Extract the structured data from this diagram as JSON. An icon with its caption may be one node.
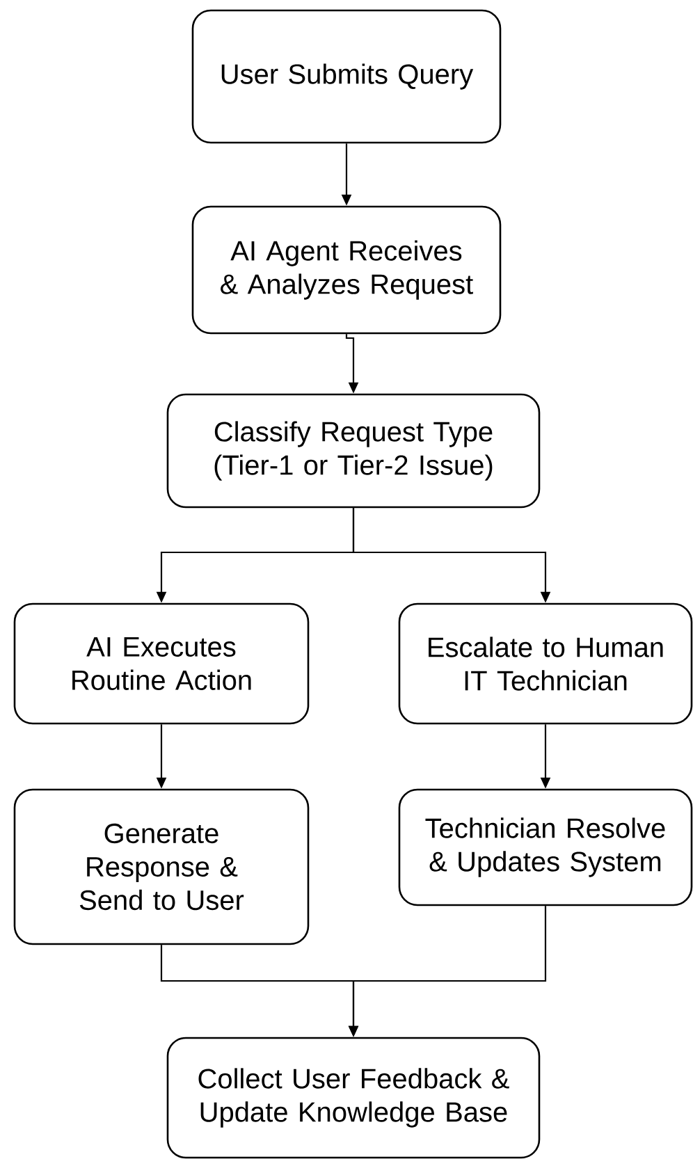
{
  "diagram": {
    "nodes": [
      {
        "text": [
          "User Submits Query"
        ]
      },
      {
        "text": [
          "AI Agent Receives & Analyzes Request"
        ]
      },
      {
        "text": [
          "Classify Request Type (Tier-1 or Tier-2 Issue)"
        ]
      },
      {
        "text": [
          "AI Executes Routine Action"
        ]
      },
      {
        "text": [
          "Escalate to Human IT Technician"
        ]
      },
      {
        "text": [
          "Generate Response & Send to User"
        ]
      },
      {
        "text": [
          "Technician Resolve & Updates System"
        ]
      },
      {
        "text": [
          "Collect User Feedback & Update Knowledge Base"
        ]
      }
    ],
    "edges": [
      {
        "from": 0,
        "to": 1,
        "arrow": "to"
      },
      {
        "from": 1,
        "to": 2,
        "arrow": "to"
      },
      {
        "from": 2,
        "to": 3,
        "arrow": "to"
      },
      {
        "from": 2,
        "to": 4,
        "arrow": "to"
      },
      {
        "from": 3,
        "to": 5,
        "arrow": "to"
      },
      {
        "from": 4,
        "to": 6,
        "arrow": "to"
      },
      {
        "from": 5,
        "to": 7,
        "arrow": "to"
      },
      {
        "from": 6,
        "to": 7,
        "arrow": "to"
      }
    ]
  }
}
